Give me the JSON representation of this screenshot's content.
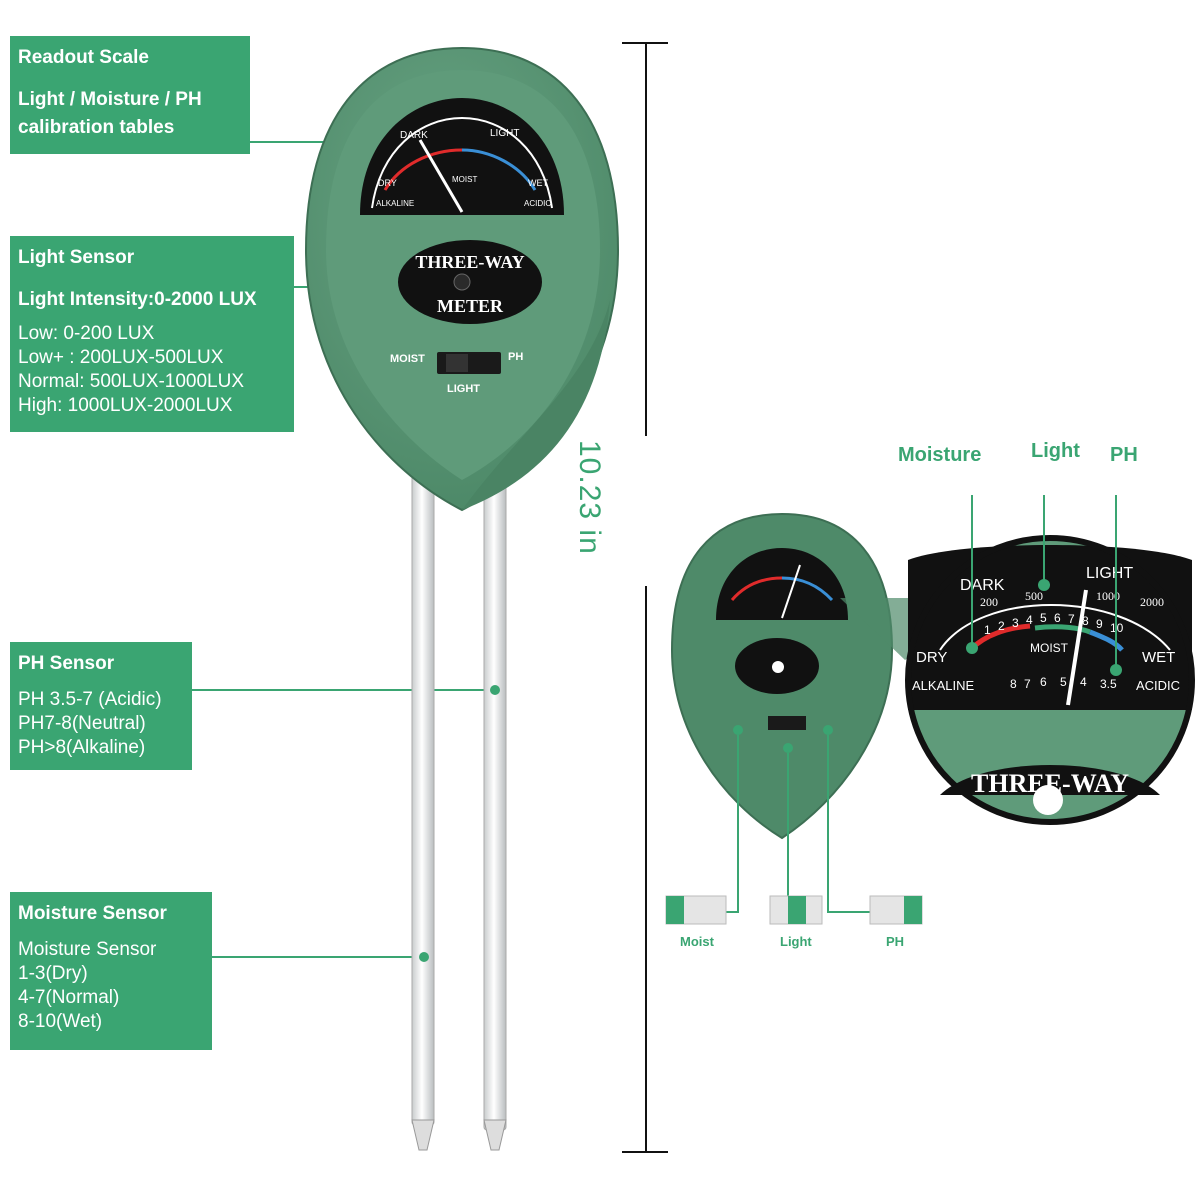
{
  "boxes": {
    "readout": {
      "title": "Readout Scale",
      "line1": "Light / Moisture / PH",
      "line2": "calibration tables"
    },
    "light": {
      "title": "Light Sensor",
      "subtitle": "Light Intensity:0-2000 LUX",
      "lines": [
        "Low: 0-200 LUX",
        "Low+ : 200LUX-500LUX",
        "Normal: 500LUX-1000LUX",
        "High: 1000LUX-2000LUX"
      ]
    },
    "ph": {
      "title": "PH Sensor",
      "lines": [
        "PH 3.5-7 (Acidic)",
        "PH7-8(Neutral)",
        "PH>8(Alkaline)"
      ]
    },
    "moisture": {
      "title": "Moisture Sensor",
      "lines": [
        "Moisture Sensor",
        "1-3(Dry)",
        "4-7(Normal)",
        "8-10(Wet)"
      ]
    }
  },
  "dimension": "10.23 in",
  "meter": {
    "badge_line1": "THREE-WAY",
    "badge_line2": "METER",
    "switch_left": "MOIST",
    "switch_right": "PH",
    "switch_bottom": "LIGHT",
    "dial": {
      "dark": "DARK",
      "light": "LIGHT",
      "dry": "DRY",
      "wet": "WET",
      "moist": "MOIST",
      "alkaline": "ALKALINE",
      "acidic": "ACIDIC",
      "lux_200": "200",
      "lux_500": "500",
      "lux_1000": "1000",
      "lux_2000": "2000",
      "moisture_scale": [
        "1",
        "2",
        "3",
        "4",
        "5",
        "6",
        "7",
        "8",
        "9",
        "10"
      ],
      "ph_scale": [
        "8",
        "7",
        "6",
        "5",
        "4",
        "3.5"
      ]
    }
  },
  "callouts": {
    "moisture": "Moisture",
    "light": "Light",
    "ph": "PH"
  },
  "legend": {
    "moist": "Moist",
    "light": "Light",
    "ph": "PH"
  },
  "colors": {
    "brand_green": "#3aa572",
    "meter_green": "#5e9a79",
    "dial_black": "#111111"
  }
}
